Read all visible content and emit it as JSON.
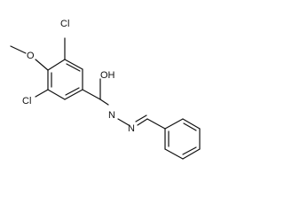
{
  "molecule": {
    "atoms": {
      "methoxy_o": "O",
      "methoxy_c_label": "",
      "cl_top": "Cl",
      "cl_bottom": "Cl",
      "carbonyl_oh": "OH",
      "n1": "N",
      "n2": "N"
    }
  },
  "colors": {
    "bond": "#111111",
    "background": "#ffffff",
    "label": "#111111"
  }
}
